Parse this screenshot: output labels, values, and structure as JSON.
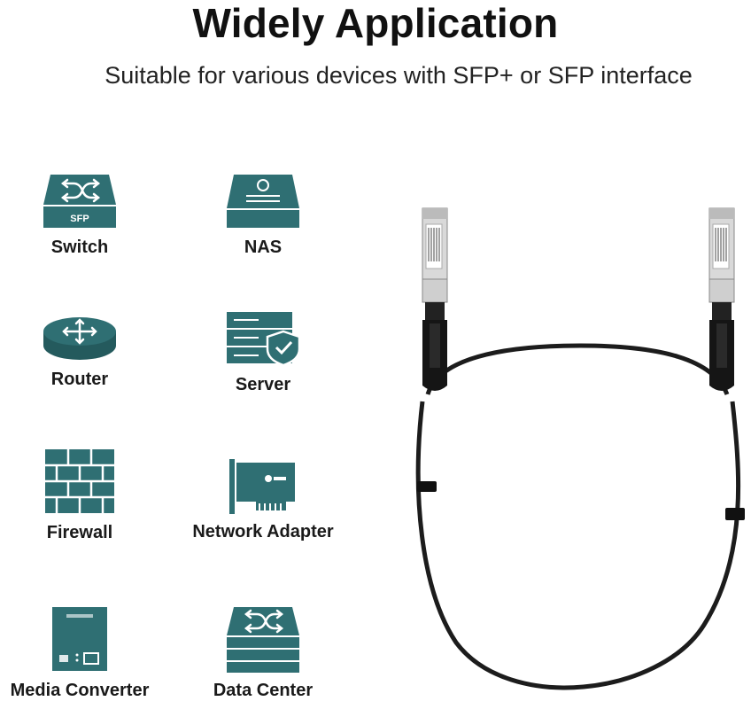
{
  "header": {
    "title": "Widely Application",
    "subtitle": "Suitable for various devices with SFP+ or SFP interface"
  },
  "colors": {
    "icon_teal": "#2f6f73",
    "icon_dark": "#245a5d",
    "text": "#1a1a1a",
    "cable": "#1c1c1c"
  },
  "devices": [
    {
      "label": "Switch",
      "icon": "switch-icon",
      "badge": "SFP"
    },
    {
      "label": "NAS",
      "icon": "nas-icon"
    },
    {
      "label": "Router",
      "icon": "router-icon"
    },
    {
      "label": "Server",
      "icon": "server-icon"
    },
    {
      "label": "Firewall",
      "icon": "firewall-icon"
    },
    {
      "label": "Network Adapter",
      "icon": "network-adapter-icon"
    },
    {
      "label": "Media Converter",
      "icon": "media-converter-icon"
    },
    {
      "label": "Data Center",
      "icon": "data-center-icon"
    }
  ]
}
